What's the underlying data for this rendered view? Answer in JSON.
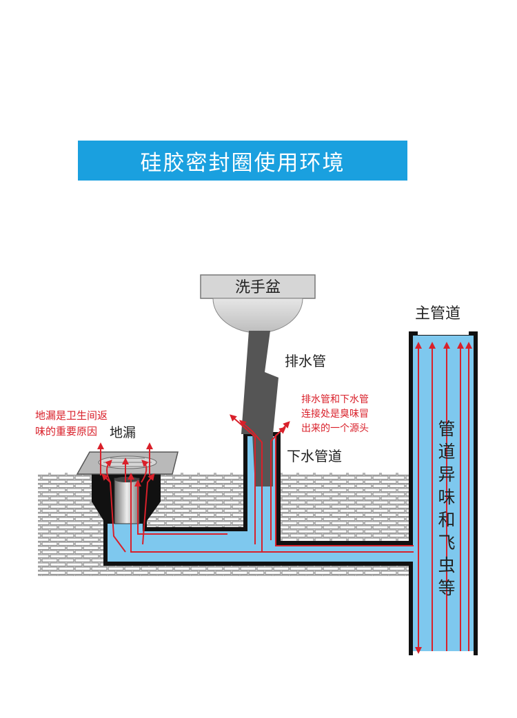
{
  "title": "硅胶密封圈使用环境",
  "labels": {
    "basin": "洗手盆",
    "drain_pipe": "排水管",
    "main_pipe": "主管道",
    "down_pipe": "下水管道",
    "floor_drain": "地漏"
  },
  "notes": {
    "floor_drain_note": [
      "地漏是卫生间返",
      "味的重要原因"
    ],
    "joint_note": [
      "排水管和下水管",
      "连接处是臭味冒",
      "出来的一个源头"
    ],
    "main_pipe_note": [
      "管",
      "道",
      "异",
      "味",
      "和",
      "飞",
      "虫",
      "等"
    ]
  },
  "colors": {
    "banner": "#1aa0df",
    "water": "#7ec8ee",
    "arrow": "#d9202a",
    "pipe_edge": "#111111"
  }
}
